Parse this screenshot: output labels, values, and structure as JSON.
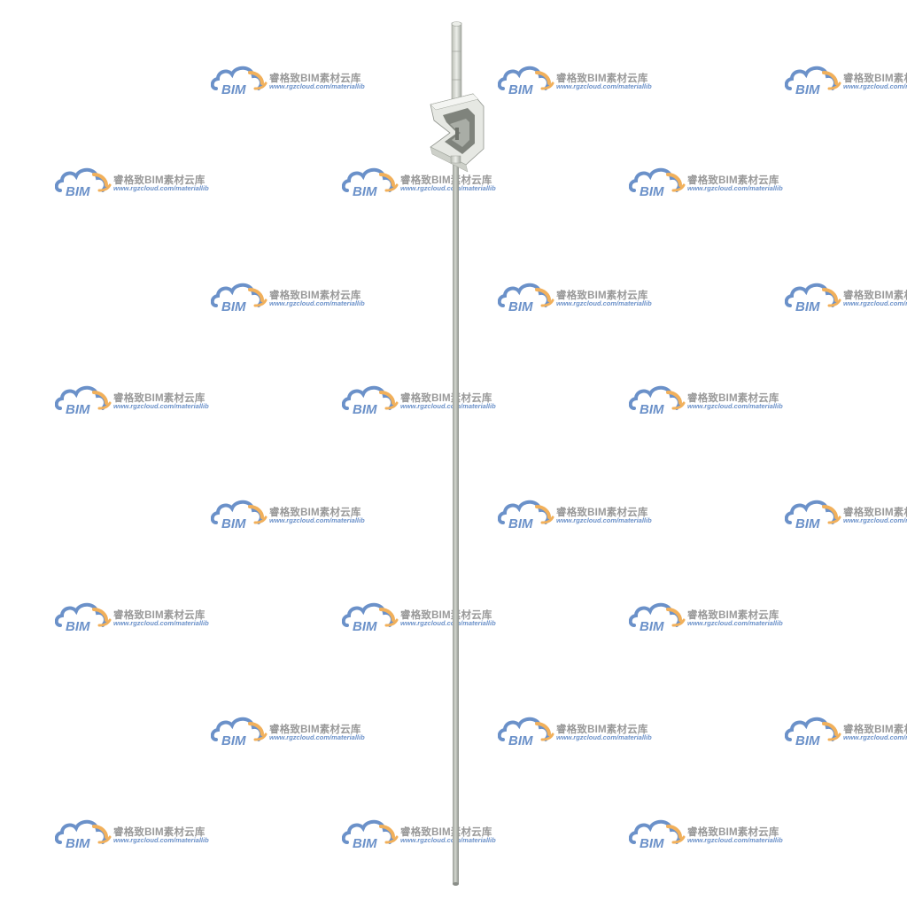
{
  "watermark": {
    "logo_text": "BIM",
    "brand_text": "睿格致BIM素材云库",
    "url_text": "www.rgzcloud.com/materiallib",
    "colors": {
      "cloud_blue": "#5c86c4",
      "cloud_orange": "#f0a84a",
      "brand_gray": "#8e8e8e"
    }
  },
  "model": {
    "subject": "vertical pole with mounted bracket",
    "colors": {
      "pole_light": "#c4c7c0",
      "pole_dark": "#8a8e88",
      "bracket_light": "#e9ebe6",
      "bracket_shadow": "#7b7f79"
    }
  }
}
